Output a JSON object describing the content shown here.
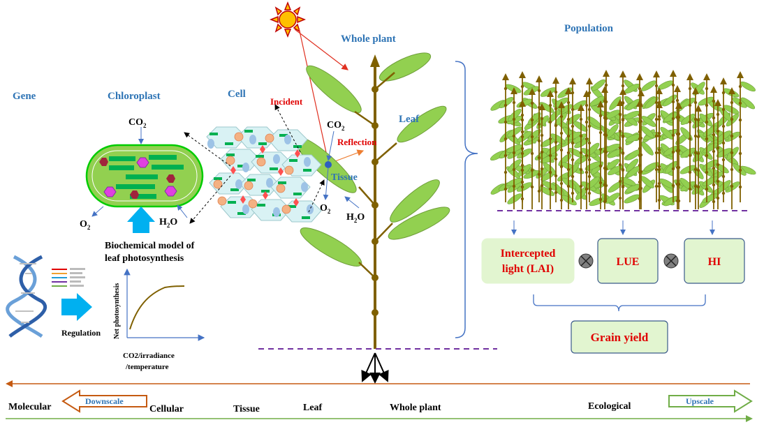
{
  "labels": {
    "gene": "Gene",
    "chloroplast": "Chloroplast",
    "cell": "Cell",
    "whole_plant": "Whole  plant",
    "population": "Population",
    "leaf": "Leaf",
    "tissue": "Tissue",
    "incident": "Incident",
    "reflection": "Reflection",
    "co2": "CO",
    "co2_sub": "2",
    "o2": "O",
    "o2_sub": "2",
    "h2o_h": "H",
    "h2o_sub": "2",
    "h2o_o": "O",
    "bio_model_line1": "Biochemical model of",
    "bio_model_line2": "leaf photosynthesis",
    "regulation": "Regulation",
    "graph_ylabel": "Net photosynthesis",
    "graph_xlabel_line1": "CO2/irradiance",
    "graph_xlabel_line2": "/temperature"
  },
  "boxes": {
    "intercepted_line1": "Intercepted",
    "intercepted_line2": "light  (LAI)",
    "lue": "LUE",
    "hi": "HI",
    "grain_yield": "Grain yield"
  },
  "scale": {
    "downscale": "Downscale",
    "upscale": "Upscale",
    "molecular": "Molecular",
    "cellular": "Cellular",
    "tissue": "Tissue",
    "leaf": "Leaf",
    "whole_plant": "Whole plant",
    "ecological": "Ecological"
  },
  "colors": {
    "label_blue": "#2e74b5",
    "label_red": "#e00000",
    "leaf_green": "#92d050",
    "stem_brown": "#7f6000",
    "box_fill": "#e2f5d0",
    "dashed_purple": "#7030a0",
    "axis_orange": "#c55a11",
    "axis_green": "#70ad47",
    "arrow_blue": "#00b0f0"
  }
}
